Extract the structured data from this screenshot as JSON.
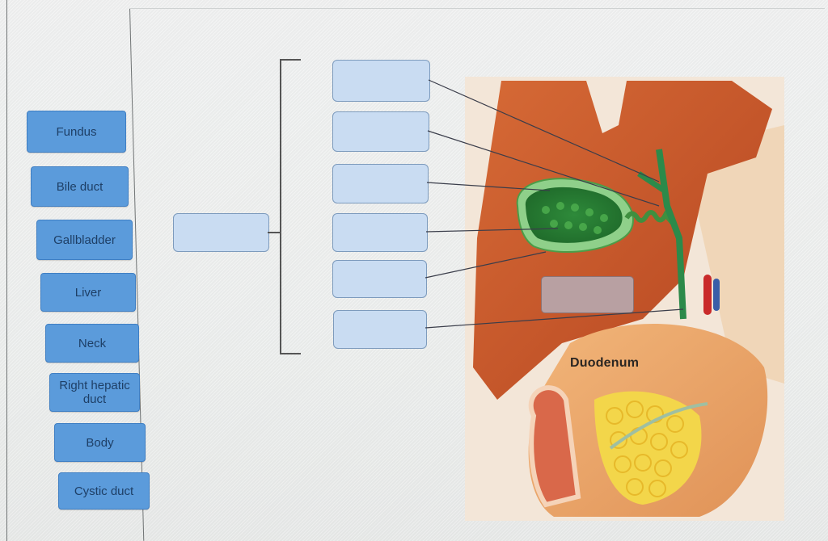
{
  "labels": [
    {
      "text": "Fundus"
    },
    {
      "text": "Bile duct"
    },
    {
      "text": "Gallbladder"
    },
    {
      "text": "Liver"
    },
    {
      "text": "Neck"
    },
    {
      "text": "Right hepatic duct"
    },
    {
      "text": "Body"
    },
    {
      "text": "Cystic duct"
    }
  ],
  "figure": {
    "annotation": "Duodenum"
  },
  "colors": {
    "label_chip": "#5b9bdb",
    "drop_box": "#c9dcf2",
    "liver": "#c8552a",
    "gallbladder": "#3fa14a"
  }
}
